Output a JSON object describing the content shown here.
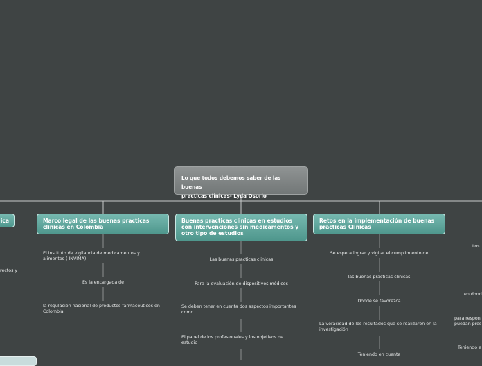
{
  "root": {
    "title_line1": "Lo que todos debemos saber de las buenas",
    "title_line2": "practicas clinicas- Lyda Osorio"
  },
  "branch_left": {
    "label": "ica"
  },
  "branch_marco": {
    "title": "Marco legal de las buenas practicas clinicas en Colombia",
    "items": [
      "El instituto de vigilancia de medicamentos y alimentos ( INVIMA)",
      "Es la encargada de",
      "la regulación nacional de productos farmacéuticos en Colombia"
    ]
  },
  "branch_buenas": {
    "title": "Buenas practicas clinicas en estudios con intervenciones sin medicamentos y otro tipo de estudios",
    "items": [
      "Las buenas practicas clinicas",
      "Para la evaluación de dispositivos médicos",
      "Se deben tener en cuenta dos aspectos importantes como",
      "El papel de los profesionales y los objetivos de estudio"
    ]
  },
  "branch_retos": {
    "title": "Retos en la implementación de buenas practicas Clinicas",
    "items": [
      "Se espera lograr y vigilar el cumplimiento de",
      "las buenas practicas clinicas",
      "Donde se favorezca",
      "La veracidad de los resultados que se realizaron en la investigación",
      "Teniendo en cuenta"
    ]
  },
  "left_fragments": {
    "rectos": "rectos y"
  },
  "right_fragments": {
    "los": "Los",
    "en_dond": "en dond",
    "para_resp": "para respon",
    "puedan_pres": "puedan pres",
    "teniendo": "Teniendo e"
  }
}
